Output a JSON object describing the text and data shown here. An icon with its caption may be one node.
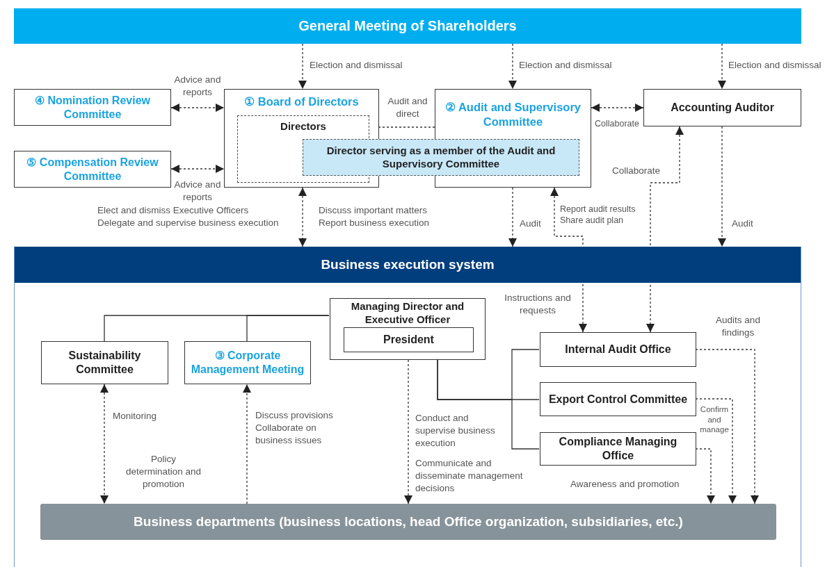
{
  "diagram": {
    "nodes": [
      {
        "text": [
          "General Meeting of Shareholders"
        ]
      },
      {
        "text": [
          "① Board of Directors"
        ]
      },
      {
        "text": [
          "Directors"
        ],
        "in": 1
      },
      {
        "text": [
          "② Audit and Supervisory Committee"
        ]
      },
      {
        "text": [
          "Director serving as a member of the Audit and Supervisory Committee"
        ]
      },
      {
        "text": [
          "Accounting Auditor"
        ]
      },
      {
        "text": [
          "④ Nomination Review Committee"
        ]
      },
      {
        "text": [
          "⑤ Compensation Review Committee"
        ]
      },
      {
        "text": [
          "Business execution system"
        ]
      },
      {
        "text": [
          "Managing Director and Executive Officer"
        ],
        "in": 8
      },
      {
        "text": [
          "President"
        ],
        "in": 9
      },
      {
        "text": [
          "Sustainability Committee"
        ],
        "in": 8
      },
      {
        "text": [
          "③ Corporate Management Meeting"
        ],
        "in": 8
      },
      {
        "text": [
          "Internal Audit Office"
        ],
        "in": 8
      },
      {
        "text": [
          "Export Control Committee"
        ],
        "in": 8
      },
      {
        "text": [
          "Compliance Managing Office"
        ],
        "in": 8
      },
      {
        "text": [
          "Business departments (business locations, head Office organization, subsidiaries, etc.)"
        ],
        "in": 8
      }
    ],
    "edges": [
      {
        "from": 0,
        "to": 1,
        "arrow": "to",
        "style": "dashed",
        "label": "Election and dismissal"
      },
      {
        "from": 0,
        "to": 3,
        "arrow": "to",
        "style": "dashed",
        "label": "Election and dismissal"
      },
      {
        "from": 0,
        "to": 5,
        "arrow": "to",
        "style": "dashed",
        "label": "Election and dismissal"
      },
      {
        "from": 6,
        "to": 1,
        "arrow": "both",
        "style": "dashed",
        "label": "Advice and reports"
      },
      {
        "from": 7,
        "to": 1,
        "arrow": "both",
        "style": "dashed",
        "label": "Advice and reports"
      },
      {
        "from": 3,
        "to": 2,
        "arrow": "to",
        "style": "dashed",
        "label": "Audit and direct"
      },
      {
        "from": 3,
        "to": 5,
        "arrow": "both",
        "style": "dashed",
        "label": "Collaborate"
      },
      {
        "from": 1,
        "to": 8,
        "arrow": "both",
        "style": "dashed",
        "label": "Discuss important matters Report business execution"
      },
      {
        "from": 3,
        "to": 8,
        "arrow": "to",
        "style": "dashed",
        "label": "Audit"
      },
      {
        "from": 5,
        "to": 8,
        "arrow": "to",
        "style": "dashed",
        "label": "Audit"
      },
      {
        "from": 3,
        "to": 13,
        "arrow": "both",
        "style": "dashed",
        "label": "Report audit results Share audit plan"
      },
      {
        "from": 5,
        "to": 13,
        "arrow": "both",
        "style": "dashed",
        "label": "Collaborate"
      },
      {
        "from": 9,
        "to": 11,
        "arrow": "none"
      },
      {
        "from": 9,
        "to": 12,
        "arrow": "none"
      },
      {
        "from": 10,
        "to": 13,
        "arrow": "none"
      },
      {
        "from": 10,
        "to": 14,
        "arrow": "none"
      },
      {
        "from": 10,
        "to": 15,
        "arrow": "none"
      },
      {
        "from": 11,
        "to": 16,
        "arrow": "both",
        "style": "dashed",
        "label": "Monitoring"
      },
      {
        "from": 16,
        "to": 12,
        "arrow": "to",
        "style": "dashed",
        "label": "Discuss provisions Collaborate on business issues"
      },
      {
        "from": 9,
        "to": 16,
        "arrow": "to",
        "style": "dashed",
        "label": "Conduct and supervise business execution"
      },
      {
        "from": 15,
        "to": 16,
        "arrow": "to",
        "style": "dashed",
        "label": "Awareness and promotion"
      },
      {
        "from": 14,
        "to": 16,
        "arrow": "to",
        "style": "dashed",
        "label": "Confirm and manage"
      },
      {
        "from": 13,
        "to": 16,
        "arrow": "to",
        "style": "dashed",
        "label": "Audits and findings"
      }
    ],
    "labels": [
      "Elect and dismiss Executive Officers Delegate and supervise business execution",
      "Policy determination and promotion",
      "Instructions and requests",
      "Communicate and disseminate management decisions"
    ]
  }
}
